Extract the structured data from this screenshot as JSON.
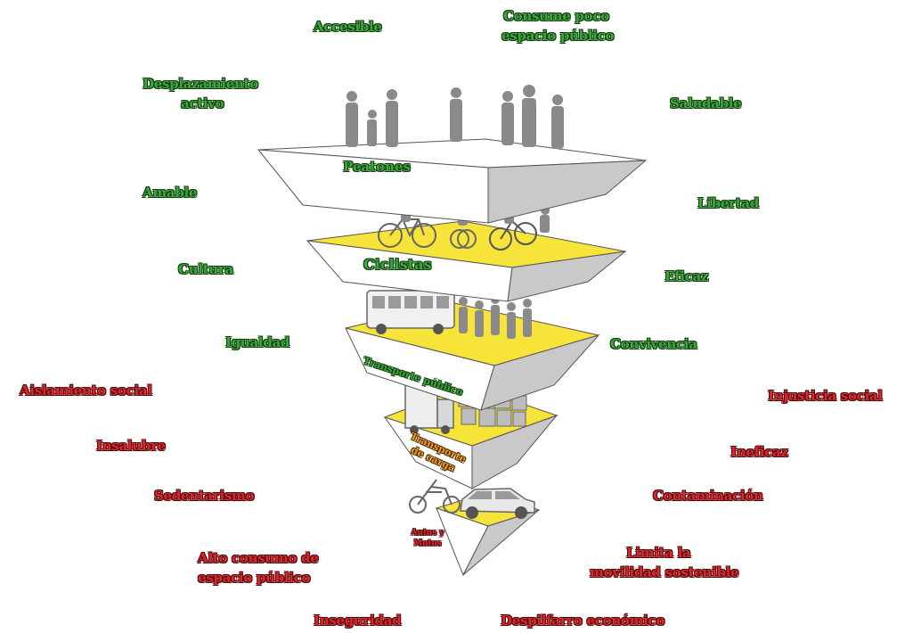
{
  "pyramid": {
    "levels": [
      {
        "label": "Peatones"
      },
      {
        "label": "Ciclistas"
      },
      {
        "label": "Transporte público"
      },
      {
        "label": "Transporte de carga"
      },
      {
        "label": "Autos y Motos"
      }
    ],
    "colors": {
      "platform": "#f7e43a",
      "face_front": "#ffffff",
      "face_side": "#c9c9c9",
      "edge": "#555555",
      "figure": "#777777",
      "positive": "#3ea63b",
      "negative": "#e0262c"
    }
  },
  "positive_attributes": {
    "accesible": "Accesible",
    "consume_poco_1": "Consume poco",
    "consume_poco_2": "espacio público",
    "desplazamiento_1": "Desplazamiento",
    "desplazamiento_2": "activo",
    "saludable": "Saludable",
    "amable": "Amable",
    "libertad": "Libertad",
    "cultura": "Cultura",
    "eficaz": "Eficaz",
    "igualdad": "Igualdad",
    "convivencia": "Convivencia"
  },
  "negative_attributes": {
    "aislamiento": "Aislamiento social",
    "injusticia": "Injusticia social",
    "insalubre": "Insalubre",
    "ineficaz": "Ineficaz",
    "sedentarismo": "Sedentarismo",
    "contaminacion": "Contaminación",
    "alto_consumo_1": "Alto consumo de",
    "alto_consumo_2": "espacio público",
    "limita_1": "Limita la",
    "limita_2": "movilidad sostenible",
    "inseguridad": "Inseguridad",
    "despilfarro": "Despilfarro económico"
  }
}
